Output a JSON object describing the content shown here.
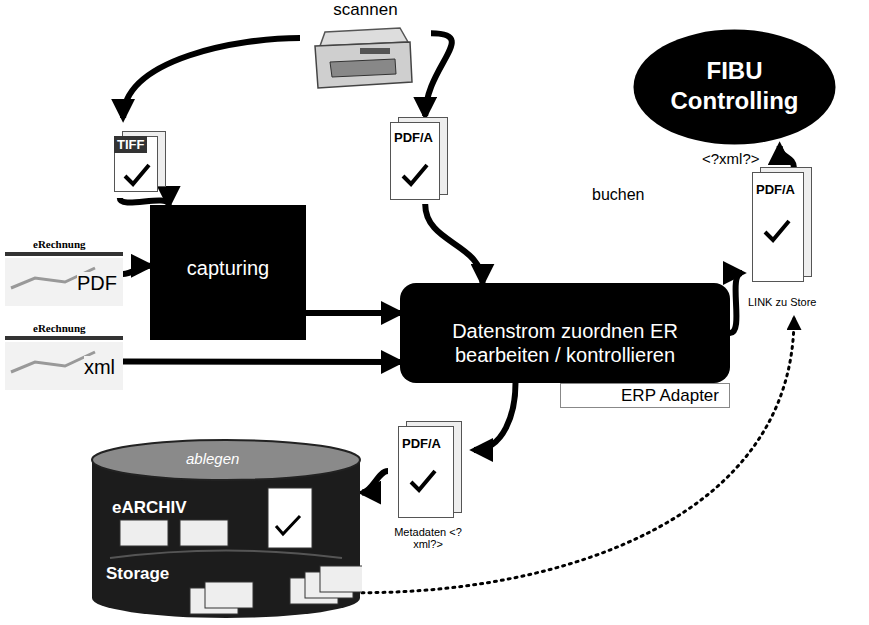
{
  "diagram": {
    "nodes": [
      {
        "text": [
          "scannen"
        ]
      },
      {
        "text": [
          "TIFF"
        ]
      },
      {
        "text": [
          "capturing"
        ]
      },
      {
        "text": [
          "eRechnung",
          "PDF"
        ]
      },
      {
        "text": [
          "eRechnung",
          "xml"
        ]
      },
      {
        "text": [
          "PDF/A"
        ]
      },
      {
        "text": [
          "Datenstrom zuordnen ER bearbeiten / kontrollieren"
        ]
      },
      {
        "text": [
          "ERP Adapter"
        ]
      },
      {
        "text": [
          "FIBU Controlling"
        ]
      },
      {
        "text": [
          "PDF/A",
          "LINK zu Store"
        ]
      },
      {
        "text": [
          "ablegen",
          "eARCHIV",
          "Storage"
        ]
      },
      {
        "text": [
          "PDF/A",
          "Metadaten <?xml?>"
        ]
      }
    ],
    "edges": [
      {
        "from": 0,
        "to": 1,
        "arrow": "to"
      },
      {
        "from": 1,
        "to": 2,
        "arrow": "to"
      },
      {
        "from": 0,
        "to": 5,
        "arrow": "to"
      },
      {
        "from": 5,
        "to": 6,
        "arrow": "to"
      },
      {
        "from": 3,
        "to": 2,
        "arrow": "to"
      },
      {
        "from": 2,
        "to": 6,
        "arrow": "to"
      },
      {
        "from": 4,
        "to": 6,
        "arrow": "to"
      },
      {
        "from": 6,
        "to": 9,
        "arrow": "to"
      },
      {
        "from": 9,
        "to": 8,
        "label": "buchen",
        "arrow": "to"
      },
      {
        "from": 6,
        "to": 11,
        "arrow": "to"
      },
      {
        "from": 11,
        "to": 10,
        "arrow": "to"
      },
      {
        "from": 10,
        "to": 9,
        "arrow": "to"
      }
    ],
    "labels": [
      "<?xml?>"
    ]
  }
}
